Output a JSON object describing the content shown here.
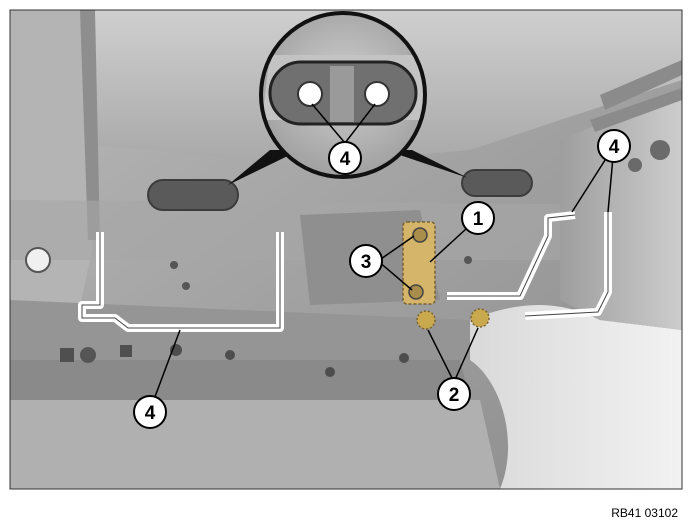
{
  "figure": {
    "reference_code": "RB41 03102",
    "callouts": [
      {
        "id": "callout-1",
        "label": "1"
      },
      {
        "id": "callout-2",
        "label": "2"
      },
      {
        "id": "callout-3",
        "label": "3"
      },
      {
        "id": "callout-4-detail",
        "label": "4"
      },
      {
        "id": "callout-4-left",
        "label": "4"
      },
      {
        "id": "callout-4-right",
        "label": "4"
      }
    ]
  }
}
